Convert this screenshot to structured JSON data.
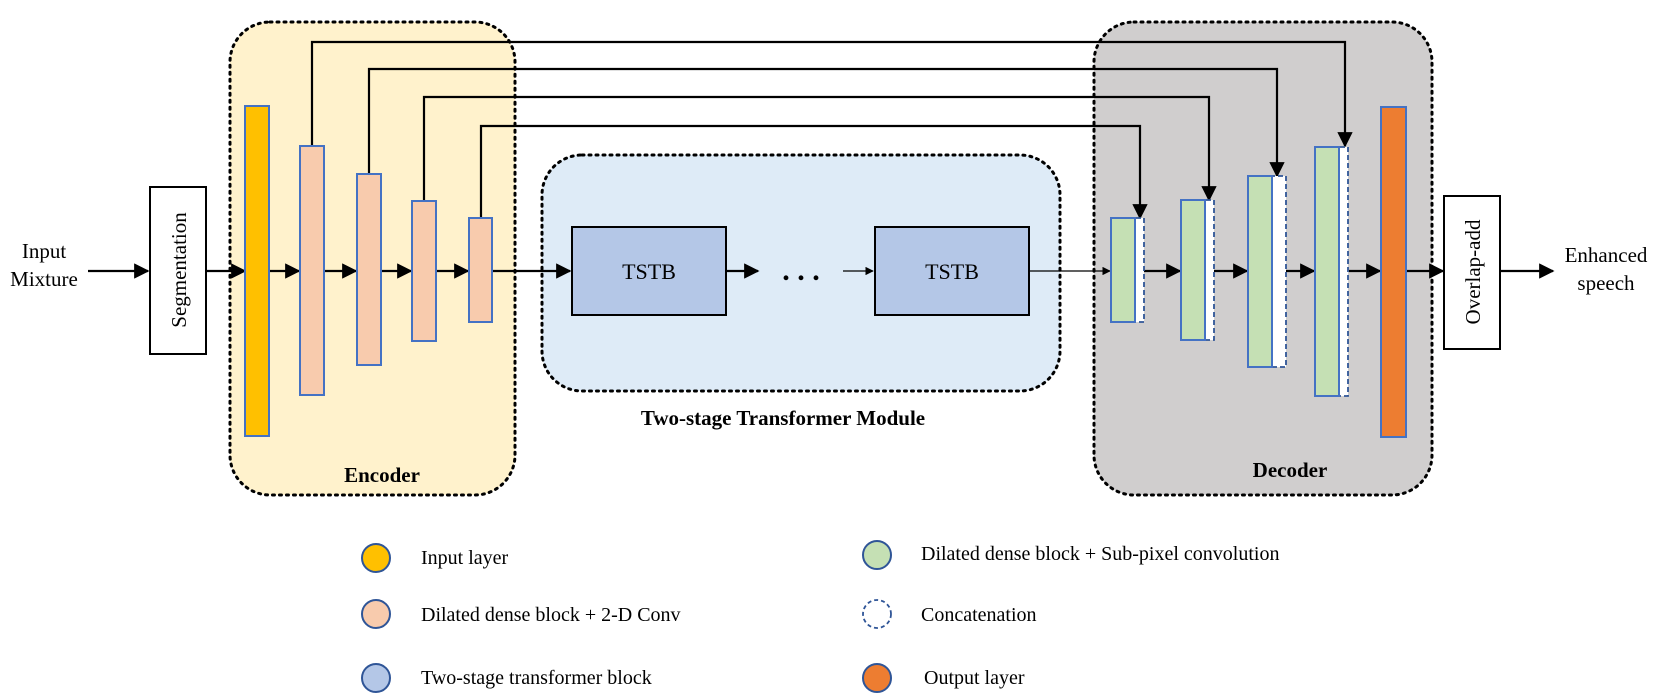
{
  "inputs": {
    "line1": "Input",
    "line2": "Mixture"
  },
  "outputs": {
    "line1": "Enhanced",
    "line2": "speech"
  },
  "segmentation": "Segmentation",
  "overlap_add": "Overlap-add",
  "encoder_label": "Encoder",
  "decoder_label": "Decoder",
  "module_label": "Two-stage Transformer Module",
  "tstb": [
    "TSTB",
    "TSTB"
  ],
  "ellipsis": ". . .",
  "legend": [
    {
      "label": "Input layer",
      "color": "#FFC000",
      "dashed": false
    },
    {
      "label": "Dilated dense block + 2-D Conv",
      "color": "#F8CBAD",
      "dashed": false
    },
    {
      "label": "Two-stage transformer block",
      "color": "#B4C7E7",
      "dashed": false
    },
    {
      "label": "Dilated dense block + Sub-pixel convolution",
      "color": "#C5E0B4",
      "dashed": false
    },
    {
      "label": "Concatenation",
      "color": "#ffffff",
      "dashed": true
    },
    {
      "label": "Output layer",
      "color": "#ED7D31",
      "dashed": false
    }
  ],
  "colors": {
    "encoder_bg": "#FFF2CC",
    "decoder_bg": "#D0CECE",
    "module_bg": "#DEEBF7",
    "block_border": "#2F5597"
  }
}
